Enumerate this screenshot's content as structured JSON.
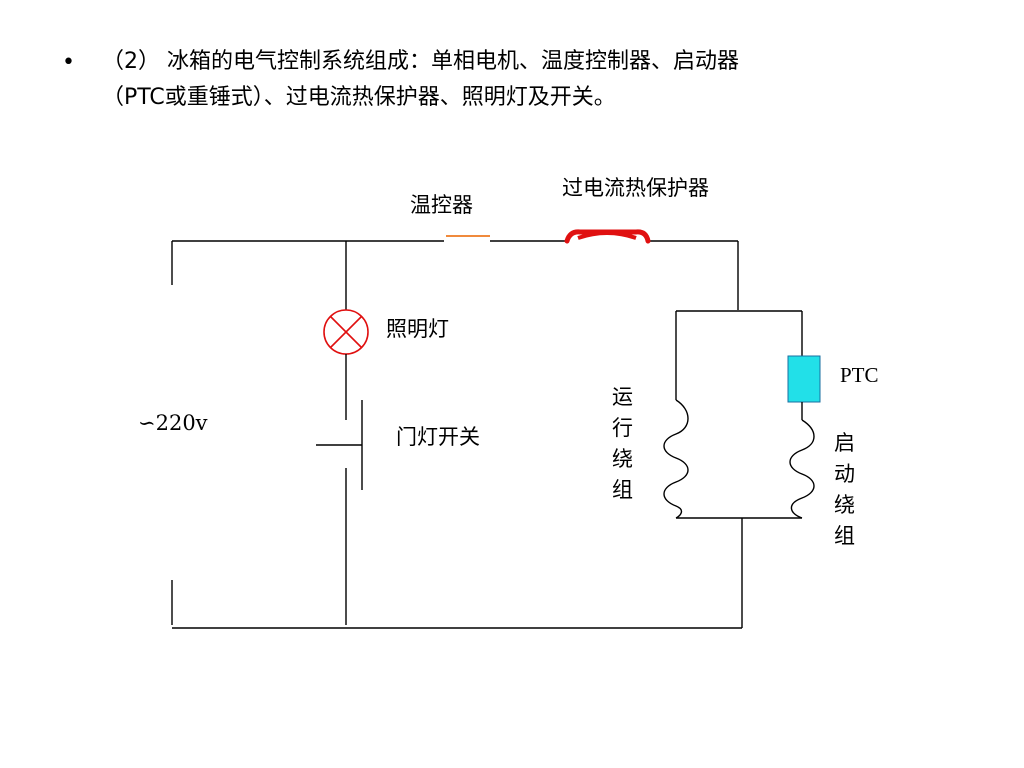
{
  "bullet": {
    "symbol": "•",
    "line1": "（2） 冰箱的电气控制系统组成：单相电机、温度控制器、启动器",
    "line2": "（PTC或重锤式）、过电流热保护器、照明灯及开关。"
  },
  "diagram": {
    "thermostat_label": "温控器",
    "overload_label": "过电流热保护器",
    "lamp_label": "照明灯",
    "door_switch_label": "门灯开关",
    "source_label": "∽220v",
    "ptc_label": "PTC",
    "run_winding_label": [
      "运",
      "行",
      "绕",
      "组"
    ],
    "start_winding_label": [
      "启",
      "动",
      "绕",
      "组"
    ],
    "colors": {
      "wire": "#000000",
      "thermostat": "#f08a3c",
      "overload": "#e01010",
      "lamp": "#e01010",
      "ptc_fill": "#22e0e8",
      "ptc_stroke": "#1a6fa0"
    }
  }
}
